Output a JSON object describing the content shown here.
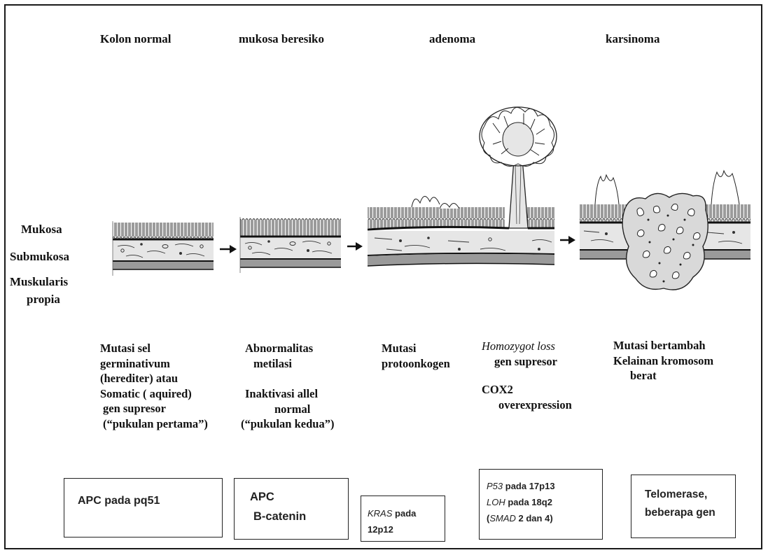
{
  "stages": [
    {
      "title": "Kolon normal"
    },
    {
      "title": "mukosa beresiko"
    },
    {
      "title": "adenoma"
    },
    {
      "title": "karsinoma"
    }
  ],
  "layers": {
    "mukosa": "Mukosa",
    "submukosa": "Submukosa",
    "muskularis": [
      "Muskularis",
      "propia"
    ]
  },
  "notes": {
    "kolon_normal": [
      "Mutasi sel",
      "germinativum",
      "(herediter) atau",
      "Somatic ( aquired)",
      "gen supresor",
      "(“pukulan pertama”)"
    ],
    "mukosa_beresiko": {
      "first": [
        "Abnormalitas",
        "metilasi"
      ],
      "second": [
        "Inaktivasi allel",
        "normal",
        "(“pukulan kedua”)"
      ]
    },
    "adenoma_early": [
      "Mutasi",
      "protoonkogen"
    ],
    "adenoma_late": {
      "italic": "Homozygot loss",
      "line2": "gen supresor",
      "cox": [
        "COX2",
        "overexpression"
      ]
    },
    "karsinoma": [
      "Mutasi bertambah",
      "Kelainan kromosom",
      "berat"
    ]
  },
  "genes": {
    "box1": "APC pada pq51",
    "box2": [
      "APC",
      "B-catenin"
    ],
    "box3": {
      "italic": "KRAS",
      "rest": " pada",
      "line2": "12p12"
    },
    "box4": [
      {
        "italic": "P53",
        "rest": " pada  17p13"
      },
      {
        "italic": "LOH",
        "rest": " pada 18q2"
      },
      {
        "pre": "(",
        "italic": "SMAD",
        "rest": " 2 dan 4)"
      }
    ],
    "box5": [
      "Telomerase,",
      "beberapa  gen"
    ]
  },
  "colors": {
    "outline": "#1a1a1a",
    "submucosa": "#e6e6e6",
    "muscle_band": "#9a9a9a",
    "tumor_fill": "#d9d9d9"
  }
}
